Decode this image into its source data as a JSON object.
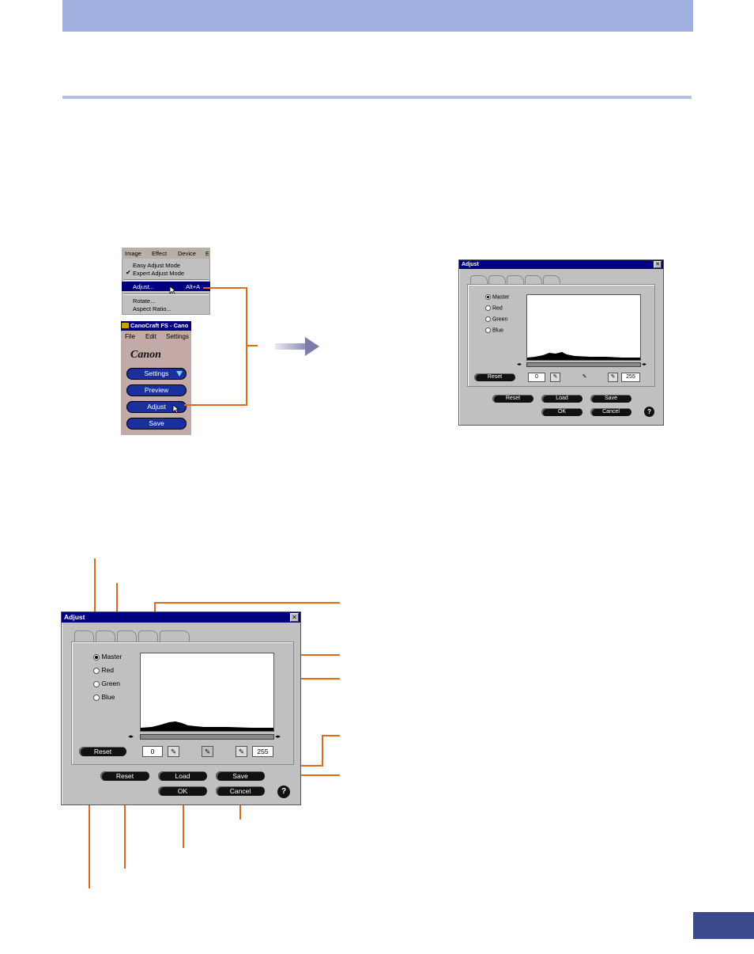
{
  "menu": {
    "bar": [
      "Image",
      "Effect",
      "Device",
      "E"
    ],
    "items": [
      "Easy Adjust Mode",
      "Expert Adjust Mode",
      "Adjust...",
      "Rotate...",
      "Aspect Ratio..."
    ],
    "adjust_shortcut": "Alt+A"
  },
  "app": {
    "title": "CanoCraft FS - Cano",
    "menu": [
      "File",
      "Edit",
      "Settings"
    ],
    "logo": "Canon",
    "buttons": {
      "settings": "Settings",
      "preview": "Preview",
      "adjust": "Adjust",
      "save": "Save"
    }
  },
  "dialog": {
    "title": "Adjust",
    "channels": [
      "Master",
      "Red",
      "Green",
      "Blue"
    ],
    "selected_channel": "Master",
    "low_value": "0",
    "high_value": "255",
    "buttons": {
      "reset_panel": "Reset",
      "reset": "Reset",
      "load": "Load",
      "save": "Save",
      "ok": "OK",
      "cancel": "Cancel",
      "help": "?"
    }
  },
  "colors": {
    "header": "#9fb0de",
    "callout": "#e06a1b",
    "button": "#111111",
    "menu_highlight": "#000080"
  }
}
